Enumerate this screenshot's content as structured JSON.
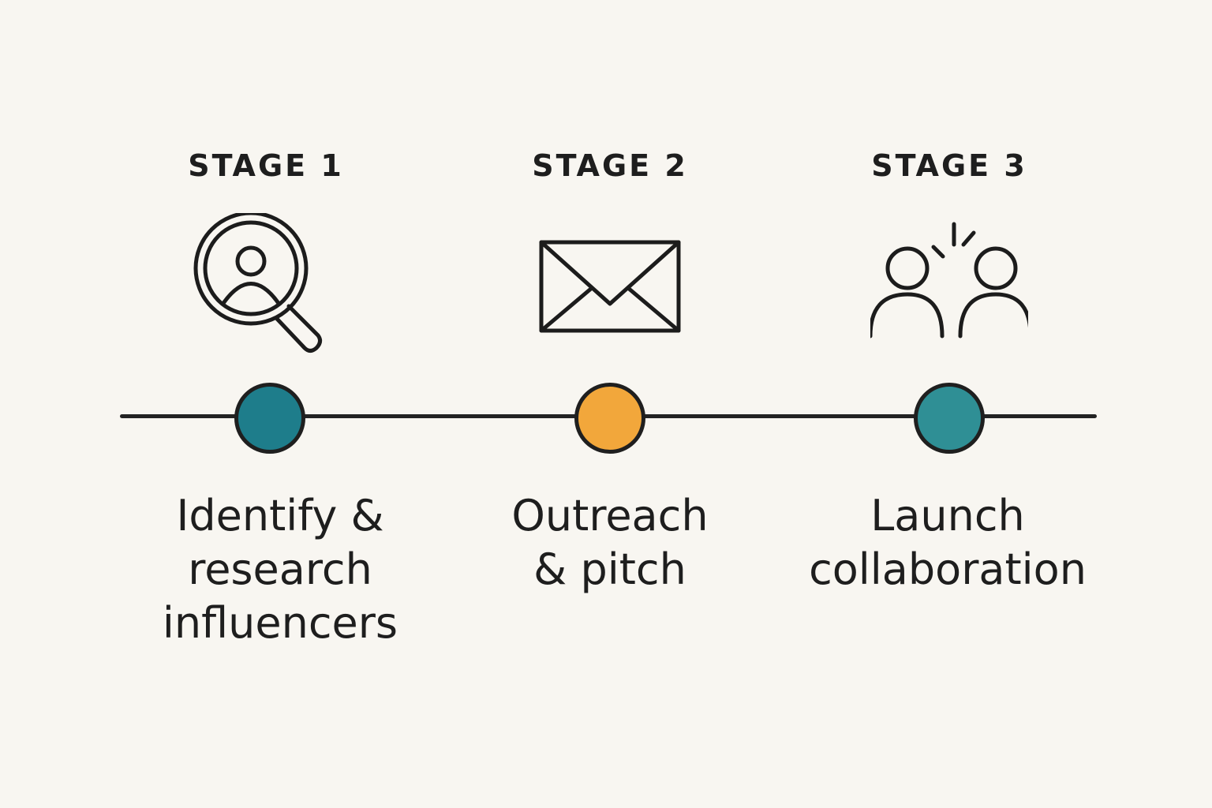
{
  "stages": [
    {
      "label": "STAGE 1",
      "icon": "search-person-icon",
      "color": "#1e7d8b",
      "caption": "Identify &\nresearch\ninfluencers"
    },
    {
      "label": "STAGE 2",
      "icon": "envelope-icon",
      "color": "#f2a73b",
      "caption": "Outreach\n& pitch"
    },
    {
      "label": "STAGE 3",
      "icon": "two-people-icon",
      "color": "#2f8f95",
      "caption": "Launch\ncollaboration"
    }
  ]
}
